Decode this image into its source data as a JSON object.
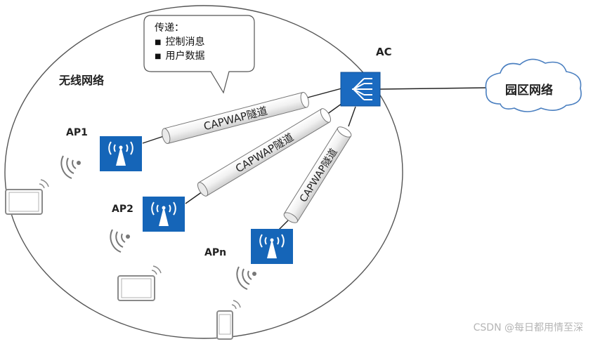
{
  "network_label": "无线网络",
  "callout": {
    "title": "传递：",
    "items": [
      "控制消息",
      "用户数据"
    ]
  },
  "controller_label": "AC",
  "campus_label": "园区网络",
  "access_points": [
    {
      "label": "AP1"
    },
    {
      "label": "AP2"
    },
    {
      "label": "APn"
    }
  ],
  "tunnels": [
    {
      "label": "CAPWAP隧道"
    },
    {
      "label": "CAPWAP隧道"
    },
    {
      "label": "CAPWAP隧道"
    }
  ],
  "watermark": "CSDN @每日都用情至深",
  "colors": {
    "ap_blue": "#1565b8",
    "ac_blue": "#1a6ac0",
    "cloud_border": "#4a7fc0",
    "tunnel_fill": "#f2f2f2",
    "device_gray": "#8a8a8a"
  },
  "icons": [
    "wifi-antenna-icon",
    "access-controller-icon",
    "cloud-icon",
    "tablet-icon",
    "phone-icon",
    "wifi-waves-icon"
  ]
}
